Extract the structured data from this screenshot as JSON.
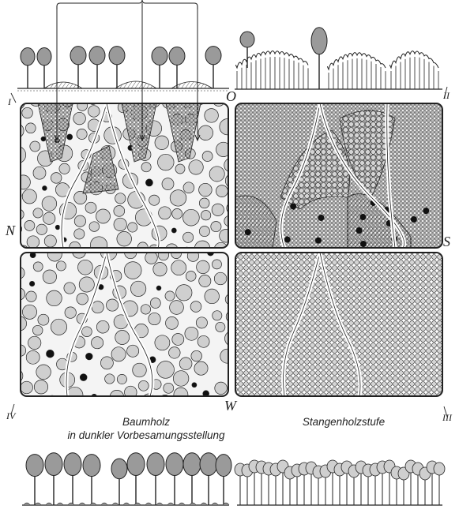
{
  "orientation": {
    "north": "N",
    "east": "O",
    "south": "S",
    "west": "W"
  },
  "stage_numbers": {
    "i": "I",
    "ii": "II",
    "iii": "III",
    "iv": "IV"
  },
  "captions": {
    "left_line1": "Baumholz",
    "left_line2": "in dunkler Vorbesamungsstellung",
    "right": "Stangenholzstufe"
  },
  "colors": {
    "ink": "#222222",
    "crown_fill": "#9a9a9a",
    "crown_light": "#cfcfcf",
    "paper": "#ffffff"
  },
  "icons": {
    "arrows": "down-arrow-icon",
    "regeneration": "seedling-patch-icon"
  }
}
